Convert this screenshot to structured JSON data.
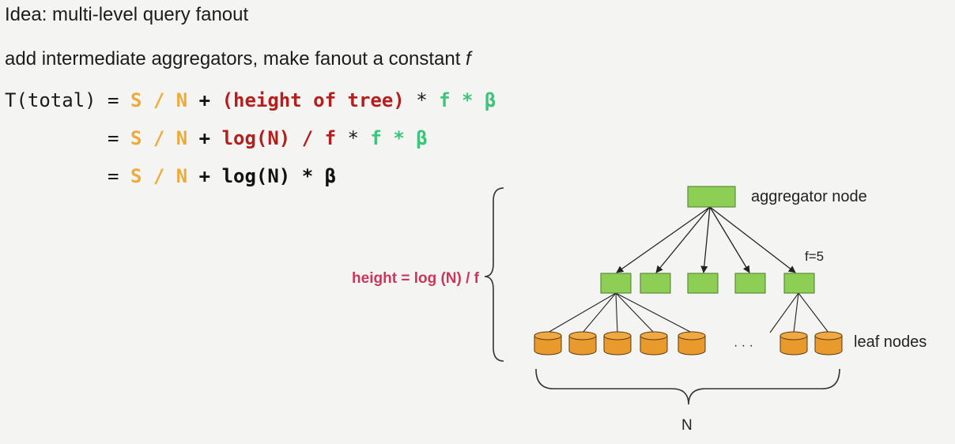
{
  "text": {
    "idea": "Idea: multi-level query fanout",
    "line2_prefix": "add intermediate aggregators, make fanout a constant ",
    "line2_var": "f"
  },
  "equations": {
    "row1": {
      "lhs": "T(total)",
      "eq": "=",
      "s_over_n": "S / N",
      "plus": "+",
      "height": "(height of tree)",
      "times1": "*",
      "f": "f",
      "times2": "*",
      "beta": "β"
    },
    "row2": {
      "eq": "=",
      "s_over_n": "S / N",
      "plus": "+",
      "log_over_f": "log(N) / f",
      "times1": "*",
      "f": "f",
      "times2": "*",
      "beta": "β"
    },
    "row3": {
      "eq": "=",
      "s_over_n": "S / N",
      "plus": "+",
      "log_n": "log(N)",
      "times": "*",
      "beta": "β"
    }
  },
  "diagram": {
    "aggregator_label": "aggregator node",
    "fanout_label": "f=5",
    "height_label": "height = log (N) / f",
    "leaf_label": "leaf nodes",
    "ellipsis": "· · ·",
    "n_label": "N",
    "colors": {
      "node_green": "#8dce55",
      "leaf_orange": "#e99a2c",
      "height_red": "#c9375a",
      "orange_text": "#eeaa3a",
      "red_text": "#b21f1c",
      "green_text": "#3ec57c"
    }
  }
}
